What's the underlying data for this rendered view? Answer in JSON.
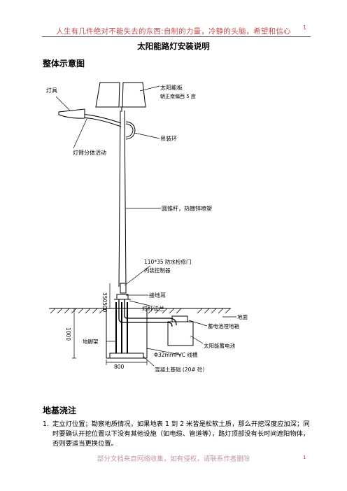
{
  "header": {
    "motto": "人生有几件绝对不能失去的东西:自制的力量，冷静的头脑，希望和信心",
    "page_number": "1"
  },
  "title": "太阳能路灯安装说明",
  "section_overview": "整体示意图",
  "diagram": {
    "label_lamp": "灯具",
    "label_panel": "太阳能板",
    "label_panel_orientation": "朝正南偏西 5 度",
    "label_hanging_ring": "吊装环",
    "label_arm": "灯臂分体活动",
    "label_pole": "圆锥杆，热镀锌喷塑",
    "label_door": "110*35 防水检修门",
    "label_controller": "内装控制器",
    "label_ground_lug": "接地耳",
    "label_flange": "灯杆法兰",
    "label_ground": "地面",
    "label_battery_box": "蓄电池埋地箱",
    "label_anchor": "地脚架",
    "label_battery": "太阳能蓄电池",
    "label_pvc": "Φ32mmPVC 线槽",
    "label_concrete": "混凝土基础 (20# 砼）",
    "dim_350": "350",
    "dim_500": "500",
    "dim_1000": "1000",
    "dim_800": "800"
  },
  "section_foundation": "地基浇注",
  "steps": [
    {
      "number": "1.",
      "text": "定立灯位置；勘察地质情况，如果地表 1 到 2 米皆是松软土质，那么开挖深度应加深；同时要确认开挖位置以下没有其他设施（如电缆、管道等），路灯顶部没有长时间遮阳物体，否则要适当更换位置。"
    }
  ],
  "footer": {
    "note": "部分文档来自网络收集，如有侵权，请联系作者删除",
    "page_number": "1"
  }
}
